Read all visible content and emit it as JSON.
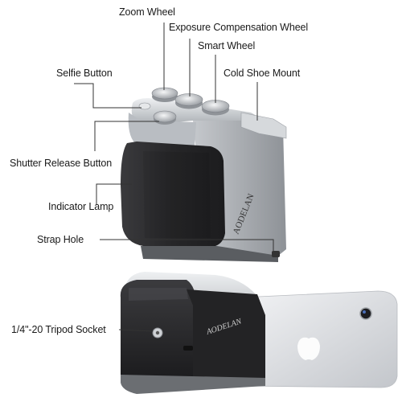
{
  "labels": {
    "zoom_wheel": "Zoom Wheel",
    "exposure_wheel": "Exposure Compensation Wheel",
    "smart_wheel": "Smart Wheel",
    "selfie_button": "Selfie Button",
    "cold_shoe": "Cold Shoe Mount",
    "shutter_button": "Shutter Release Button",
    "indicator_lamp": "Indicator Lamp",
    "strap_hole": "Strap Hole",
    "tripod_socket": "1/4\"-20 Tripod Socket"
  },
  "brand": "AODELAN",
  "colors": {
    "grip_dark": "#2b2b2d",
    "body_silver": "#c9ccd0",
    "phone_silver": "#dcdfe3",
    "leader_line": "#333333"
  }
}
